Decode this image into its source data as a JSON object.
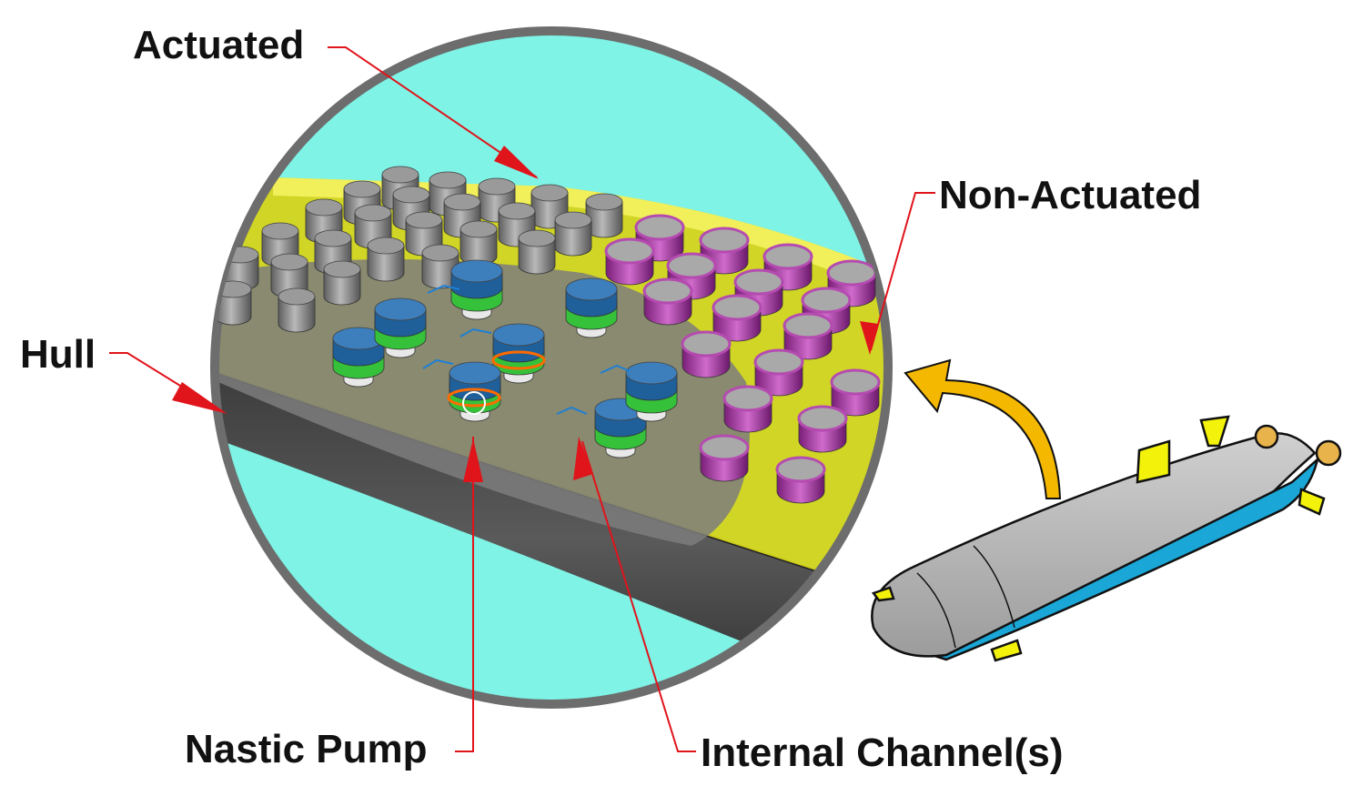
{
  "labels": {
    "actuated": "Actuated",
    "non_actuated": "Non-Actuated",
    "hull": "Hull",
    "nastic_pump": "Nastic Pump",
    "internal_channels": "Internal Channel(s)"
  },
  "colors": {
    "water": "#7ff3e6",
    "lens_ring": "#6d6d6d",
    "hull_band": "#4d4d4d",
    "skin_layer": "#d6d31a",
    "actuated_pin": "#8a8a8a",
    "non_actuated_cup": "#b54bb0",
    "pump_blue": "#1f5f9a",
    "pump_green": "#35c23a",
    "leader_line": "#e0141b",
    "submarine_body": "#b8b8b8",
    "submarine_keel": "#1aa6d6",
    "fins": "#f2f20a",
    "callout_arrow": "#f5b800"
  },
  "icons": {
    "submarine": "submarine-icon",
    "callout": "curved-arrow-icon"
  }
}
